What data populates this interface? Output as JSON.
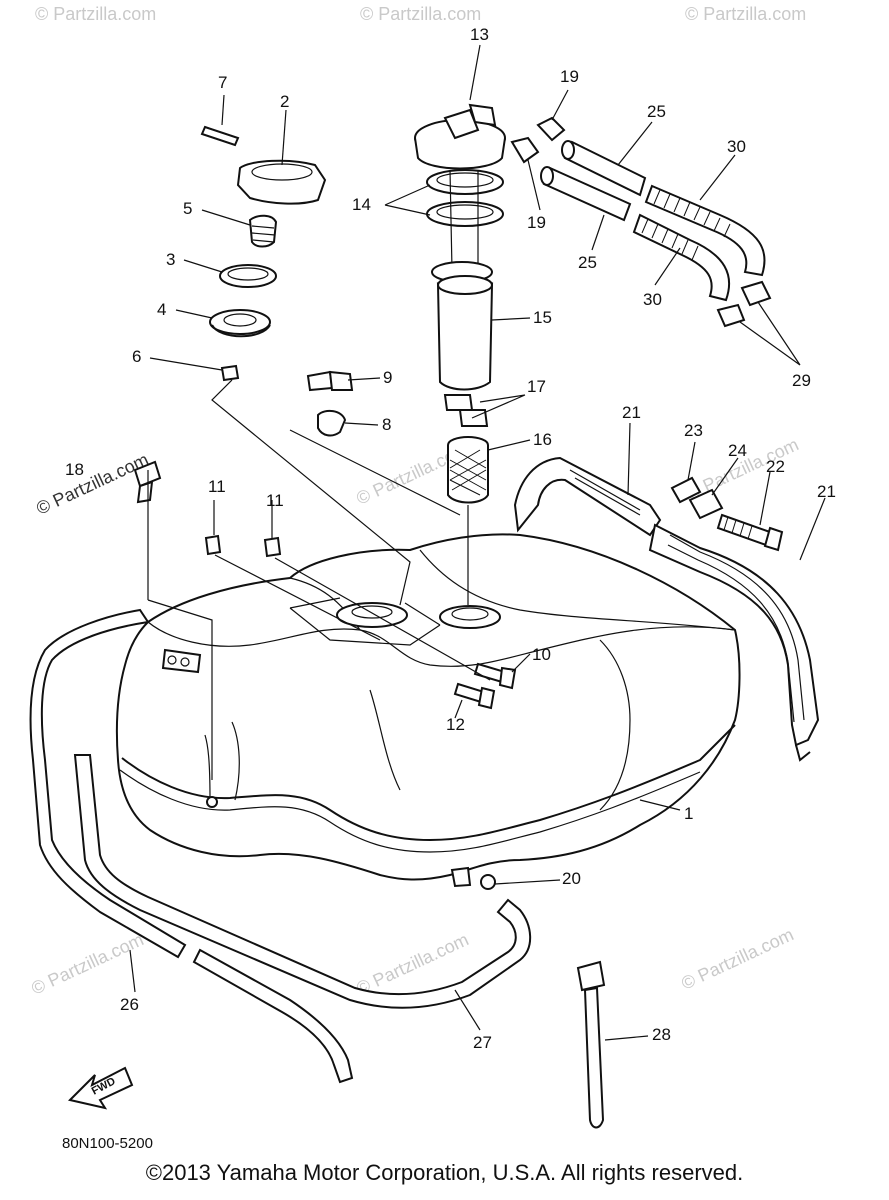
{
  "diagram": {
    "part_numbers": [
      {
        "id": "1",
        "label": "1"
      },
      {
        "id": "2",
        "label": "2"
      },
      {
        "id": "3",
        "label": "3"
      },
      {
        "id": "4",
        "label": "4"
      },
      {
        "id": "5",
        "label": "5"
      },
      {
        "id": "6",
        "label": "6"
      },
      {
        "id": "7",
        "label": "7"
      },
      {
        "id": "8",
        "label": "8"
      },
      {
        "id": "9",
        "label": "9"
      },
      {
        "id": "10",
        "label": "10"
      },
      {
        "id": "11a",
        "label": "11"
      },
      {
        "id": "11b",
        "label": "11"
      },
      {
        "id": "12",
        "label": "12"
      },
      {
        "id": "13",
        "label": "13"
      },
      {
        "id": "14",
        "label": "14"
      },
      {
        "id": "15",
        "label": "15"
      },
      {
        "id": "16",
        "label": "16"
      },
      {
        "id": "17",
        "label": "17"
      },
      {
        "id": "18",
        "label": "18"
      },
      {
        "id": "19a",
        "label": "19"
      },
      {
        "id": "19b",
        "label": "19"
      },
      {
        "id": "20",
        "label": "20"
      },
      {
        "id": "21a",
        "label": "21"
      },
      {
        "id": "21b",
        "label": "21"
      },
      {
        "id": "22",
        "label": "22"
      },
      {
        "id": "23",
        "label": "23"
      },
      {
        "id": "24",
        "label": "24"
      },
      {
        "id": "25a",
        "label": "25"
      },
      {
        "id": "25b",
        "label": "25"
      },
      {
        "id": "26",
        "label": "26"
      },
      {
        "id": "27",
        "label": "27"
      },
      {
        "id": "28",
        "label": "28"
      },
      {
        "id": "29",
        "label": "29"
      },
      {
        "id": "30a",
        "label": "30"
      },
      {
        "id": "30b",
        "label": "30"
      }
    ],
    "fwd_label": "FWD",
    "diagram_code": "80N100-5200",
    "watermark": "© Partzilla.com"
  },
  "footer": {
    "copyright": "©2013 Yamaha Motor Corporation, U.S.A. All rights reserved."
  }
}
